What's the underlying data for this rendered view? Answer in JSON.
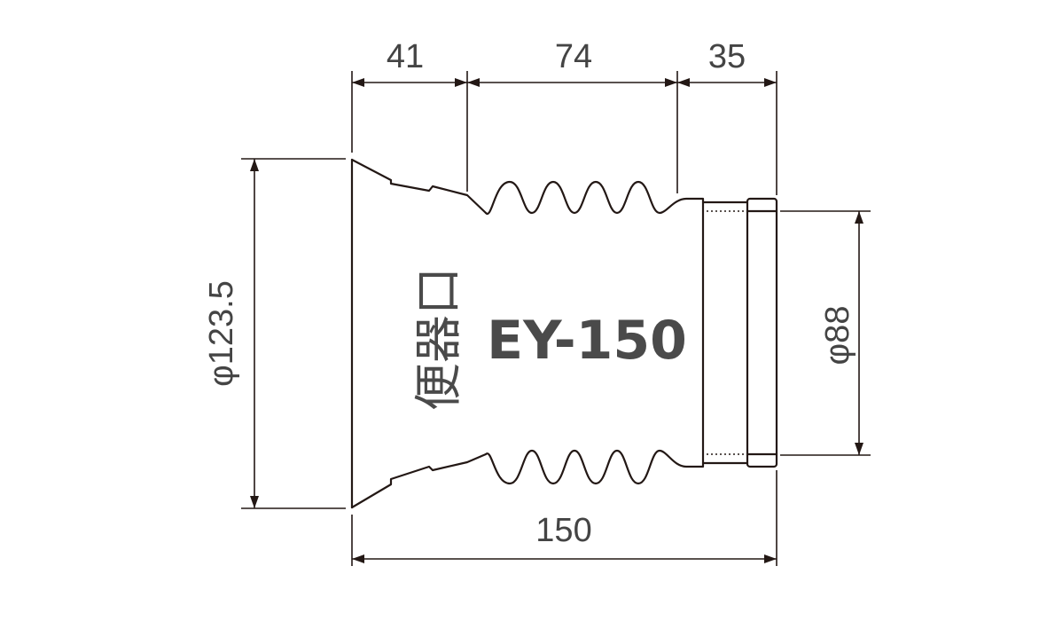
{
  "model_label": "EY-150",
  "outlet_label": "便器口",
  "dimensions": {
    "top_segment_1": "41",
    "top_segment_2": "74",
    "top_segment_3": "35",
    "overall_length": "150",
    "left_diameter": "φ123.5",
    "right_diameter": "φ88"
  }
}
